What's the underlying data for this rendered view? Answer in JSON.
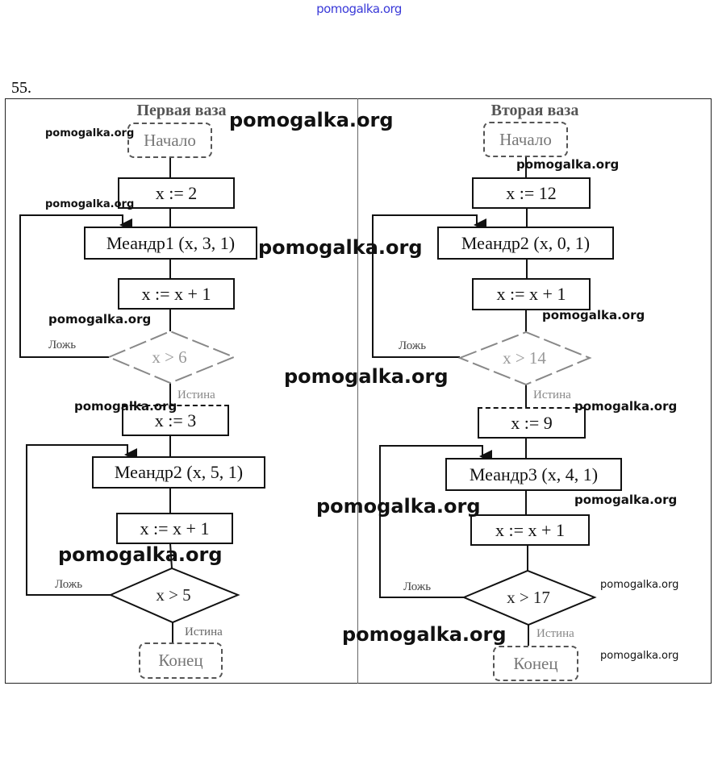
{
  "header": {
    "watermark_top": "pomogalka.org",
    "task_number": "55."
  },
  "columns": [
    {
      "title": "Первая ваза",
      "start": "Начало",
      "init": "x := 2",
      "loop1_call": "Меандр1 (x, 3, 1)",
      "loop1_inc": "x := x + 1",
      "loop1_cond": "x > 6",
      "false_label_1": "Ложь",
      "true_label_1": "Истина",
      "mid_assign": "x := 3",
      "loop2_call": "Меандр2 (x, 5, 1)",
      "loop2_inc": "x := x + 1",
      "loop2_cond": "x > 5",
      "false_label_2": "Ложь",
      "true_label_2": "Истина",
      "end": "Конец"
    },
    {
      "title": "Вторая ваза",
      "start": "Начало",
      "init": "x := 12",
      "loop1_call": "Меандр2 (x, 0, 1)",
      "loop1_inc": "x := x + 1",
      "loop1_cond": "x > 14",
      "false_label_1": "Ложь",
      "true_label_1": "Истина",
      "mid_assign": "x := 9",
      "loop2_call": "Меандр3 (x, 4, 1)",
      "loop2_inc": "x := x + 1",
      "loop2_cond": "x > 17",
      "false_label_2": "Ложь",
      "true_label_2": "Истина",
      "end": "Конец"
    }
  ],
  "watermarks": {
    "text": "pomogalka.org"
  }
}
